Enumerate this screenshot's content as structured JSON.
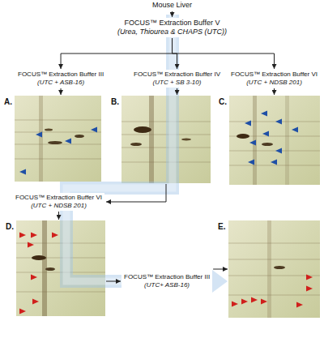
{
  "diagram": {
    "nodes": [
      {
        "text": [
          "Mouse Liver"
        ]
      },
      {
        "text": [
          "FOCUS™ Extraction Buffer V",
          "(Urea, Thiourea & CHAPS (UTC))"
        ]
      },
      {
        "text": [
          "FOCUS™ Extraction Buffer III",
          "(UTC + ASB-16)"
        ]
      },
      {
        "text": [
          "FOCUS™ Extraction Buffer IV",
          "(UTC + SB 3-10)"
        ]
      },
      {
        "text": [
          "FOCUS™ Extraction Buffer VI",
          "(UTC + NDSB 201)"
        ]
      },
      {
        "text": [
          "A."
        ]
      },
      {
        "text": [
          "B."
        ]
      },
      {
        "text": [
          "C."
        ]
      },
      {
        "text": [
          "FOCUS™ Extraction Buffer VI",
          "(UTC + NDSB 201)"
        ]
      },
      {
        "text": [
          "D."
        ]
      },
      {
        "text": [
          "FOCUS™ Extraction Buffer III",
          "(UTC+ ASB-16)"
        ]
      },
      {
        "text": [
          "E."
        ]
      }
    ],
    "edges": [
      {
        "from": 0,
        "to": 1,
        "arrow": "to"
      },
      {
        "from": 1,
        "to": 2,
        "arrow": "to"
      },
      {
        "from": 1,
        "to": 3,
        "arrow": "to"
      },
      {
        "from": 1,
        "to": 4,
        "arrow": "to"
      },
      {
        "from": 2,
        "to": 5,
        "arrow": "to"
      },
      {
        "from": 3,
        "to": 6,
        "arrow": "to"
      },
      {
        "from": 4,
        "to": 7,
        "arrow": "to"
      },
      {
        "from": 6,
        "to": 8,
        "arrow": "to"
      },
      {
        "from": 8,
        "to": 9,
        "arrow": "to"
      },
      {
        "from": 9,
        "to": 10,
        "arrow": "to"
      },
      {
        "from": 10,
        "to": 11,
        "arrow": "to"
      }
    ]
  }
}
